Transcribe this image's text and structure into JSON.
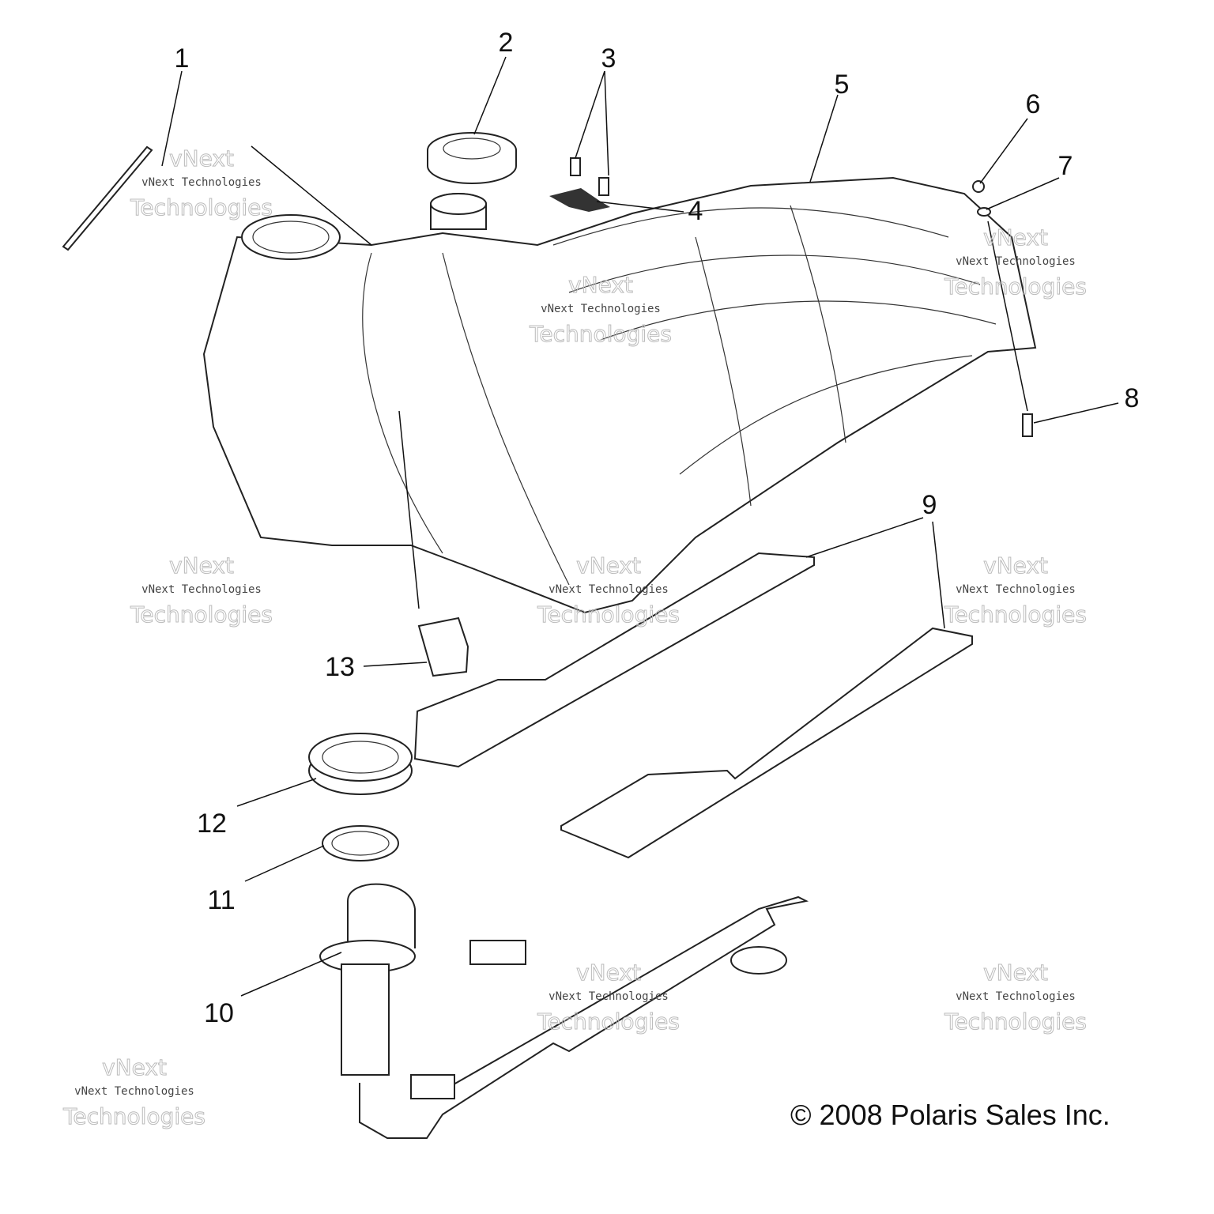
{
  "diagram": {
    "title": "Fuel tank assembly exploded view",
    "callouts": [
      "1",
      "2",
      "3",
      "4",
      "5",
      "6",
      "7",
      "8",
      "9",
      "10",
      "11",
      "12",
      "13"
    ],
    "watermark": {
      "line_small": "vNext Technologies",
      "big_1": "vNext",
      "big_2": "Technologies"
    },
    "copyright": "© 2008 Polaris Sales Inc."
  }
}
